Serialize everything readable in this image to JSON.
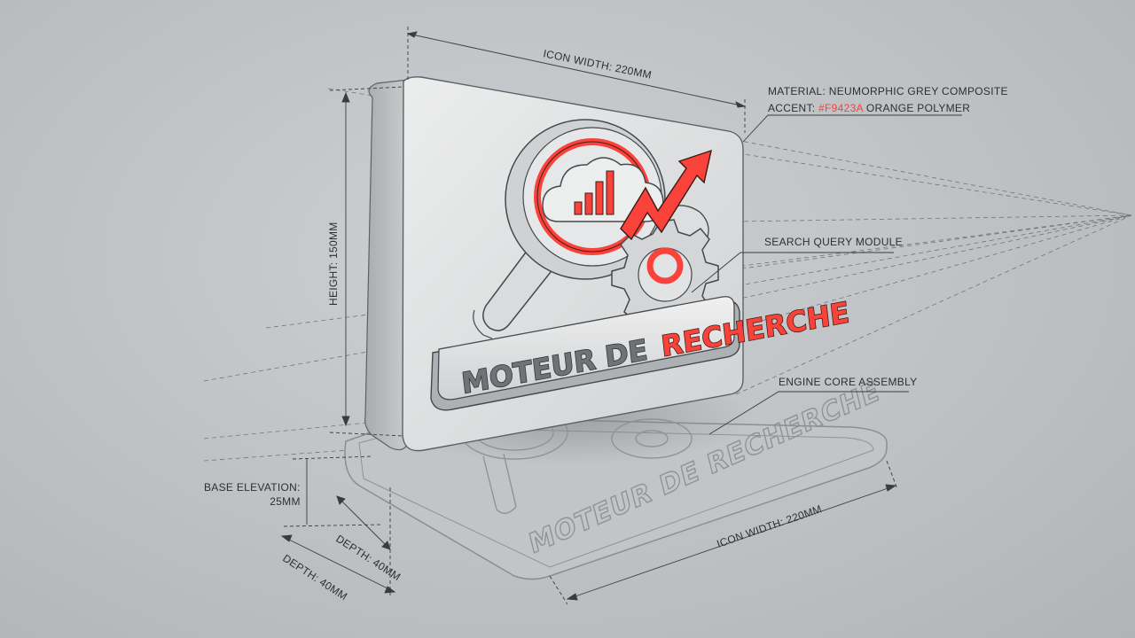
{
  "sign": {
    "word_grey": "MOTEUR DE",
    "word_orange": "RECHERCHE"
  },
  "dimensions": {
    "icon_width_top": "ICON WIDTH: 220MM",
    "height": "HEIGHT: 150MM",
    "base_elevation_line1": "BASE ELEVATION:",
    "base_elevation_line2": "25MM",
    "depth_inner": "DEPTH: 40MM",
    "depth_outer": "DEPTH: 40MM",
    "icon_width_bottom": "ICON WIDTH: 220MM"
  },
  "callouts": {
    "material": "MATERIAL: NEUMORPHIC GREY COMPOSITE",
    "accent_prefix": "ACCENT: ",
    "accent_code": "#F9423A",
    "accent_suffix": " ORANGE POLYMER",
    "search_module": "SEARCH QUERY MODULE",
    "engine_core": "ENGINE CORE ASSEMBLY"
  },
  "colors": {
    "accent": "#F9423A",
    "panel": "#e4e5e6",
    "background": "#bec1c4",
    "line": "#3a3d40"
  },
  "icons": [
    "magnifier-icon",
    "cloud-icon",
    "bar-chart-icon",
    "trend-arrow-icon",
    "gear-icon"
  ]
}
